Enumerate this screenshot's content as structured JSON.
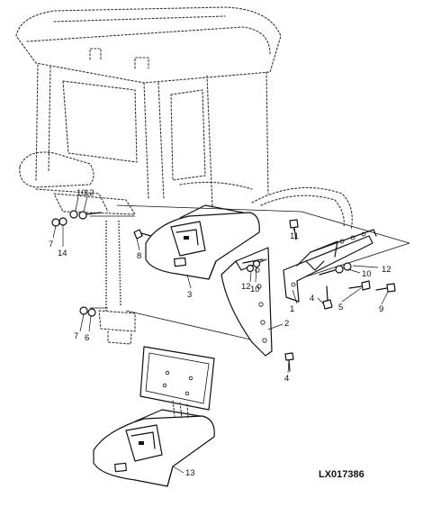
{
  "drawing_code": "LX017386",
  "callouts": {
    "c1": "1",
    "c2": "2",
    "c3": "3",
    "c4a": "4",
    "c4b": "4",
    "c5": "5",
    "c6": "6",
    "c7a": "7",
    "c7b": "7",
    "c8": "8",
    "c9": "9",
    "c10a": "10",
    "c10b": "10",
    "c10c": "10",
    "c11": "11",
    "c12a": "12",
    "c12b": "12",
    "c12c": "12",
    "c13": "13",
    "c14": "14"
  }
}
